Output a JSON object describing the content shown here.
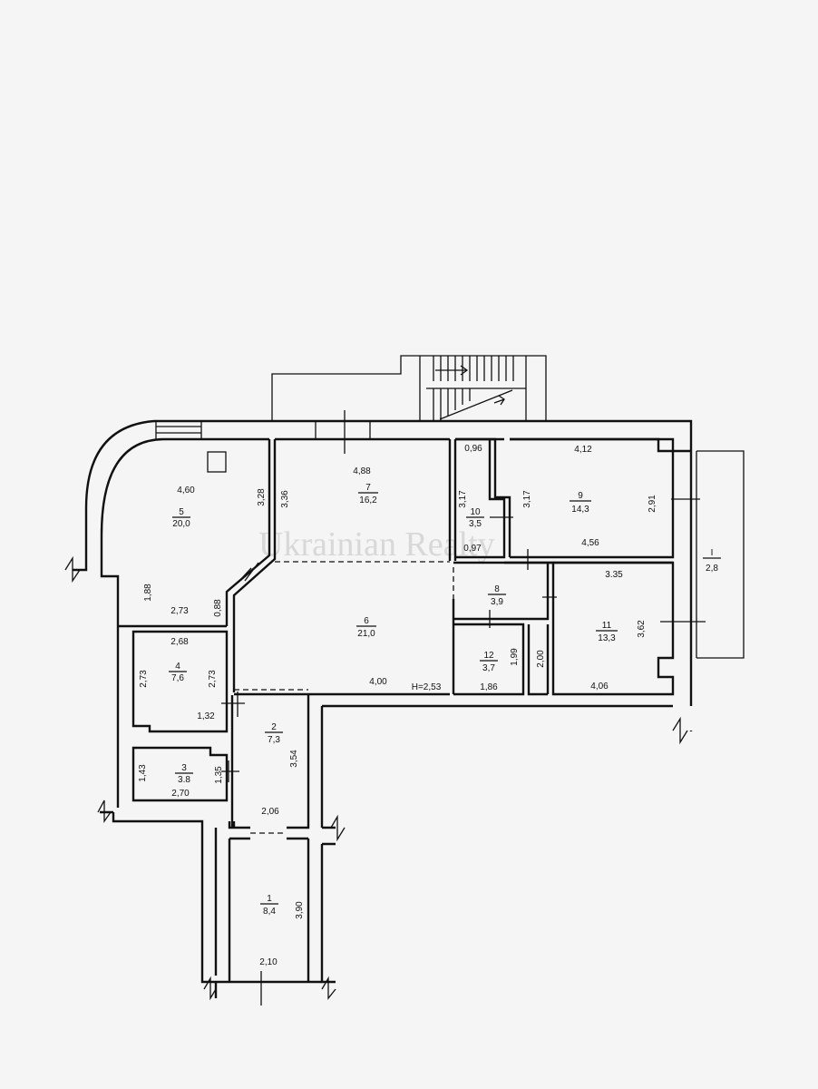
{
  "watermark": "Ukrainian Realty",
  "ceiling_height": "H=2,53",
  "rooms": [
    {
      "number": "1",
      "area": "8,4"
    },
    {
      "number": "2",
      "area": "7,3"
    },
    {
      "number": "3",
      "area": "3.8"
    },
    {
      "number": "4",
      "area": "7,6"
    },
    {
      "number": "5",
      "area": "20,0"
    },
    {
      "number": "6",
      "area": "21,0"
    },
    {
      "number": "7",
      "area": "16,2"
    },
    {
      "number": "8",
      "area": "3,9"
    },
    {
      "number": "9",
      "area": "14,3"
    },
    {
      "number": "10",
      "area": "3,5"
    },
    {
      "number": "11",
      "area": "13,3"
    },
    {
      "number": "12",
      "area": "3,7"
    },
    {
      "number": "I",
      "area": "2,8"
    }
  ],
  "dimensions": {
    "r5_top": "4,60",
    "r5_right": "3,28",
    "r5_left": "1,88",
    "r5_bottom": "2,73",
    "r5_diag": "0,88",
    "r7_top": "4,88",
    "r7_left": "3,36",
    "r10_top": "0,96",
    "r10_left": "3,17",
    "r10_bottom": "0,97",
    "r9_top": "4,12",
    "r9_left": "3,17",
    "r9_right": "2,91",
    "r9_bottom": "4,56",
    "r11_top": "3.35",
    "r11_right": "3,62",
    "r11_left": "2,00",
    "r11_bottom": "4,06",
    "r12_right": "1,99",
    "r12_bottom": "1,86",
    "r6_bottom": "4,00",
    "r4_top": "2,68",
    "r4_left": "2,73",
    "r4_right": "2,73",
    "r4_bottom": "1,32",
    "r3_left": "1,43",
    "r3_right": "1,35",
    "r3_bottom": "2,70",
    "r2_right": "3,54",
    "r2_bottom": "2,06",
    "r1_right": "3,90",
    "r1_bottom": "2,10"
  }
}
